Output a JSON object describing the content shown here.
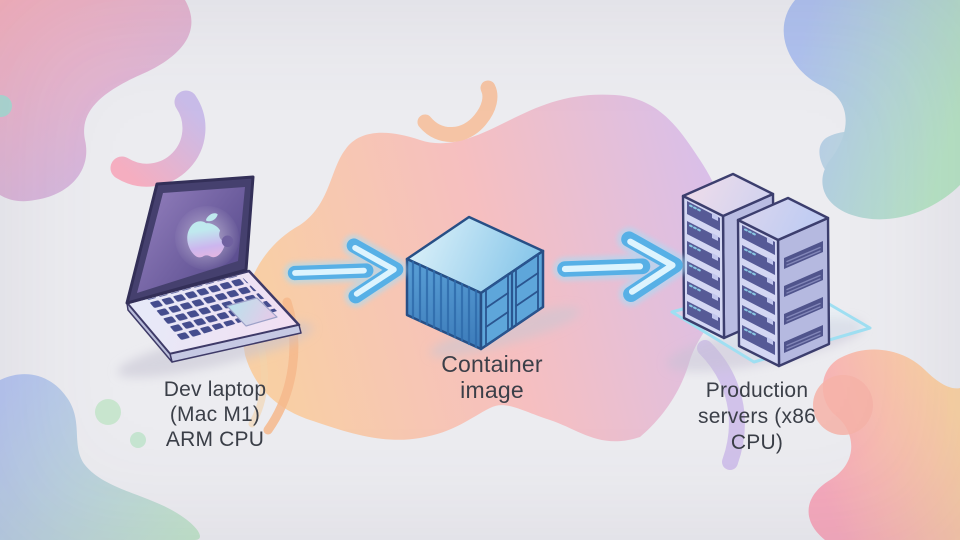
{
  "diagram": {
    "nodes": [
      {
        "id": "dev-laptop",
        "icon": "laptop-icon",
        "label_lines": [
          "Dev laptop",
          "(Mac M1)",
          "ARM CPU"
        ]
      },
      {
        "id": "container-image",
        "icon": "container-icon",
        "label_lines": [
          "Container",
          "image"
        ]
      },
      {
        "id": "production-servers",
        "icon": "server-rack-icon",
        "label_lines": [
          "Production",
          "servers (x86",
          "CPU)"
        ]
      }
    ],
    "connectors": [
      {
        "from": "dev-laptop",
        "to": "container-image",
        "icon": "arrow-right-icon"
      },
      {
        "from": "container-image",
        "to": "production-servers",
        "icon": "arrow-right-icon"
      }
    ]
  },
  "colors": {
    "background": "#ececf0",
    "label_text": "#3b3f48",
    "arrow_blue": "#57b0e6",
    "container_blue": "#4e93cc",
    "server_lavender": "#d4d7f3",
    "laptop_screen_purple": "#6b5ca2",
    "blob_pink": "#f6b2bd",
    "blob_peach": "#f8cfa4",
    "blob_green": "#bfe3c6",
    "blob_lavender": "#c9bce9"
  }
}
